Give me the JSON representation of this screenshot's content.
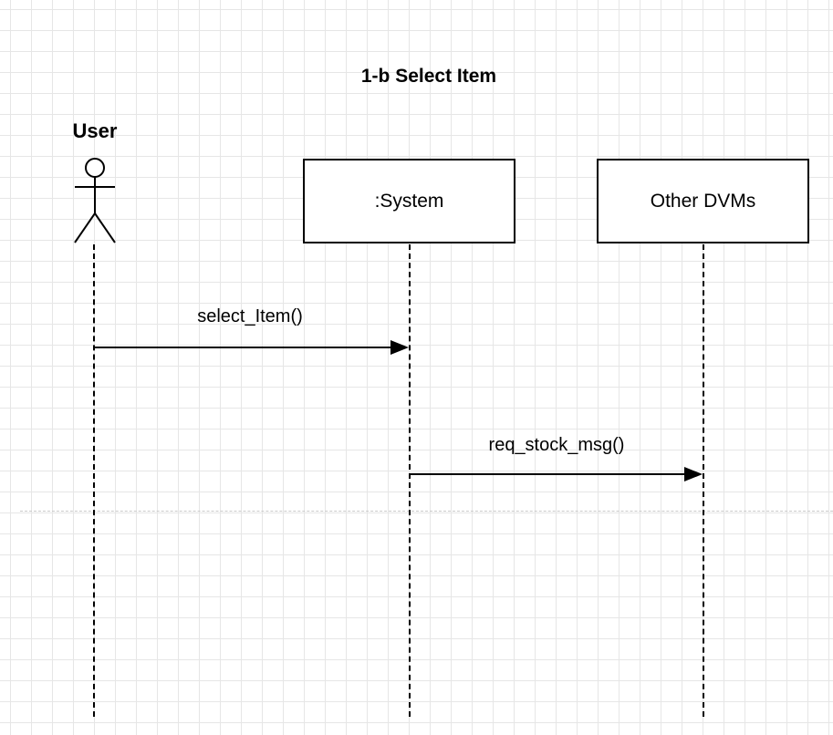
{
  "diagram": {
    "title": "1-b Select Item",
    "actor": {
      "label": "User",
      "icon": "stick-figure-icon"
    },
    "participants": [
      {
        "label": ":System"
      },
      {
        "label": "Other DVMs"
      }
    ],
    "messages": [
      {
        "label": "select_Item()",
        "from": "User",
        "to": ":System"
      },
      {
        "label": "req_stock_msg()",
        "from": ":System",
        "to": "Other DVMs"
      }
    ]
  },
  "colors": {
    "line": "#000000",
    "grid": "#e6e6e6",
    "background": "#ffffff"
  }
}
